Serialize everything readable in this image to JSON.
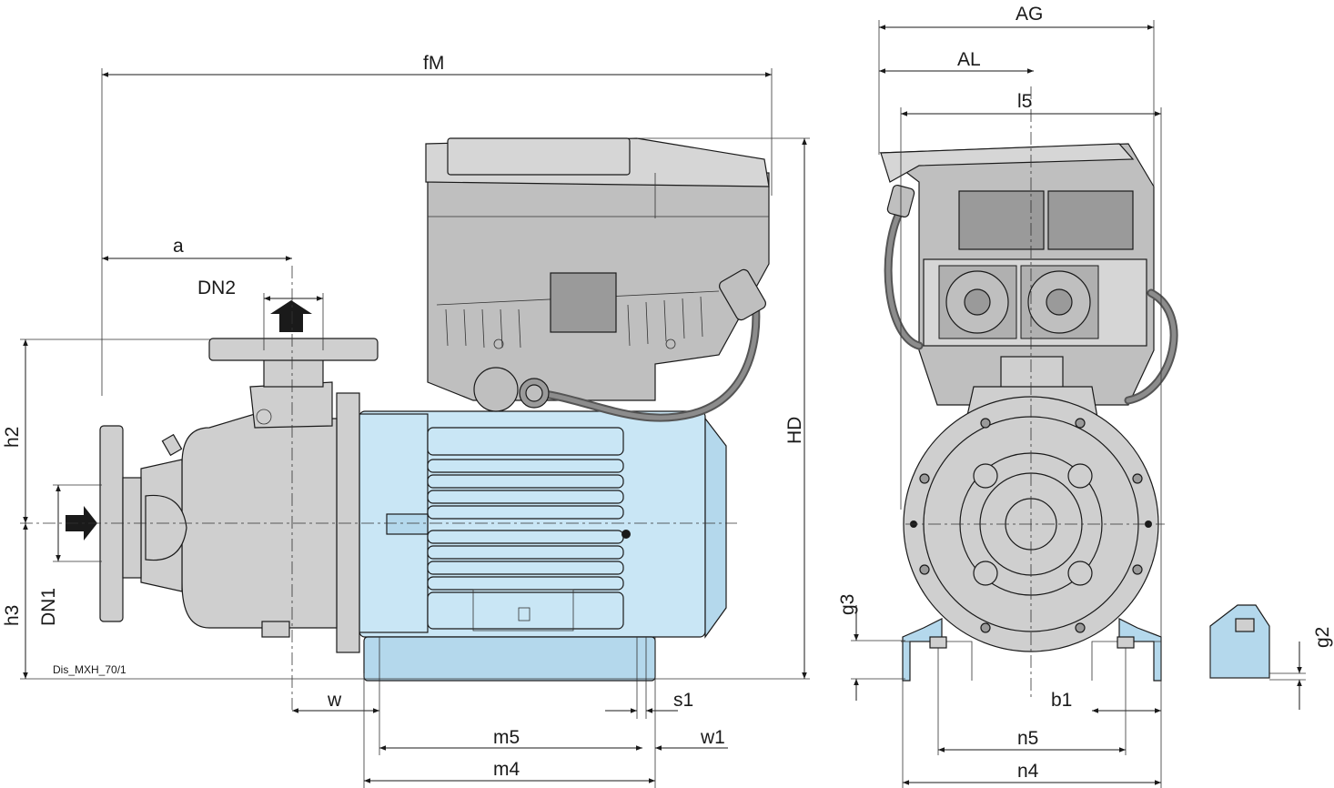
{
  "drawing": {
    "id_label": "Dis_MXH_70/1"
  },
  "dimensions": {
    "fM": "fM",
    "a": "a",
    "DN2": "DN2",
    "DN1": "DN1",
    "h2": "h2",
    "h3": "h3",
    "HD": "HD",
    "w": "w",
    "s1": "s1",
    "m5": "m5",
    "w1": "w1",
    "m4": "m4",
    "AG": "AG",
    "AL": "AL",
    "l5": "l5",
    "g3": "g3",
    "g2": "g2",
    "b1": "b1",
    "n5": "n5",
    "n4": "n4"
  },
  "colors": {
    "motor": "#c9e6f5",
    "drive_housing": "#bfbfbf",
    "pump_body": "#cfcfcf"
  }
}
